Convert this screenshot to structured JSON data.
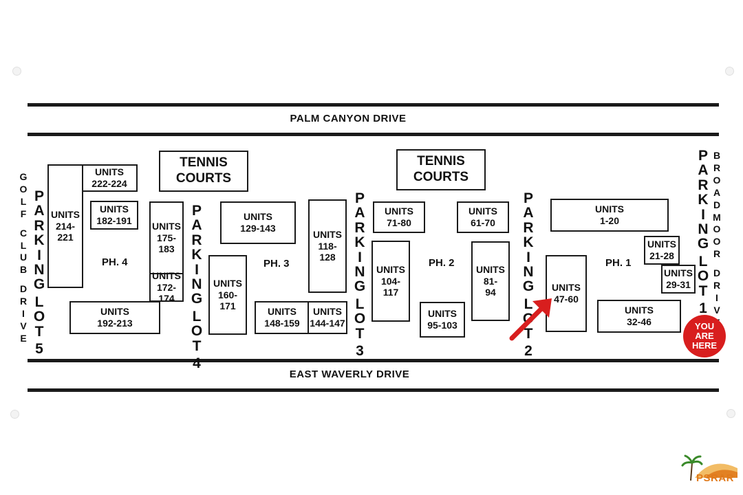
{
  "roads": {
    "north": "PALM CANYON DRIVE",
    "south": "EAST WAVERLY DRIVE",
    "west": "GOLF CLUB DRIVE",
    "east": "BROADMOOR DRIVE"
  },
  "parking": {
    "lot1": "PARKING LOT 1",
    "lot2": "PARKING LOT 2",
    "lot3": "PARKING LOT 3",
    "lot4": "PARKING LOT 4",
    "lot5": "PARKING LOT 5"
  },
  "tennis": {
    "west": [
      "TENNIS",
      "COURTS"
    ],
    "east": [
      "TENNIS",
      "COURTS"
    ]
  },
  "phases": {
    "ph1": "PH. 1",
    "ph2": "PH. 2",
    "ph3": "PH. 3",
    "ph4": "PH. 4"
  },
  "units": {
    "u222": [
      "UNITS",
      "222-224"
    ],
    "u214": [
      "UNITS",
      "214-",
      "221"
    ],
    "u182": [
      "UNITS",
      "182-191"
    ],
    "u175": [
      "UNITS",
      "175-",
      "183"
    ],
    "u172": [
      "UNITS",
      "172-174"
    ],
    "u192": [
      "UNITS",
      "192-213"
    ],
    "u129": [
      "UNITS",
      "129-143"
    ],
    "u160": [
      "UNITS",
      "160-",
      "171"
    ],
    "u118": [
      "UNITS",
      "118-",
      "128"
    ],
    "u148": [
      "UNITS",
      "148-159"
    ],
    "u144": [
      "UNITS",
      "144-147"
    ],
    "u71": [
      "UNITS",
      "71-80"
    ],
    "u104": [
      "UNITS",
      "104-",
      "117"
    ],
    "u95": [
      "UNITS",
      "95-103"
    ],
    "u61": [
      "UNITS",
      "61-70"
    ],
    "u81": [
      "UNITS",
      "81-",
      "94"
    ],
    "u1": [
      "UNITS",
      "1-20"
    ],
    "u47": [
      "UNITS",
      "47-60"
    ],
    "u21": [
      "UNITS",
      "21-28"
    ],
    "u29": [
      "UNITS",
      "29-31"
    ],
    "u32": [
      "UNITS",
      "32-46"
    ]
  },
  "you_are_here": [
    "YOU",
    "ARE",
    "HERE"
  ],
  "marker_color": "#d81e1e",
  "logo_text": "PSRAR"
}
